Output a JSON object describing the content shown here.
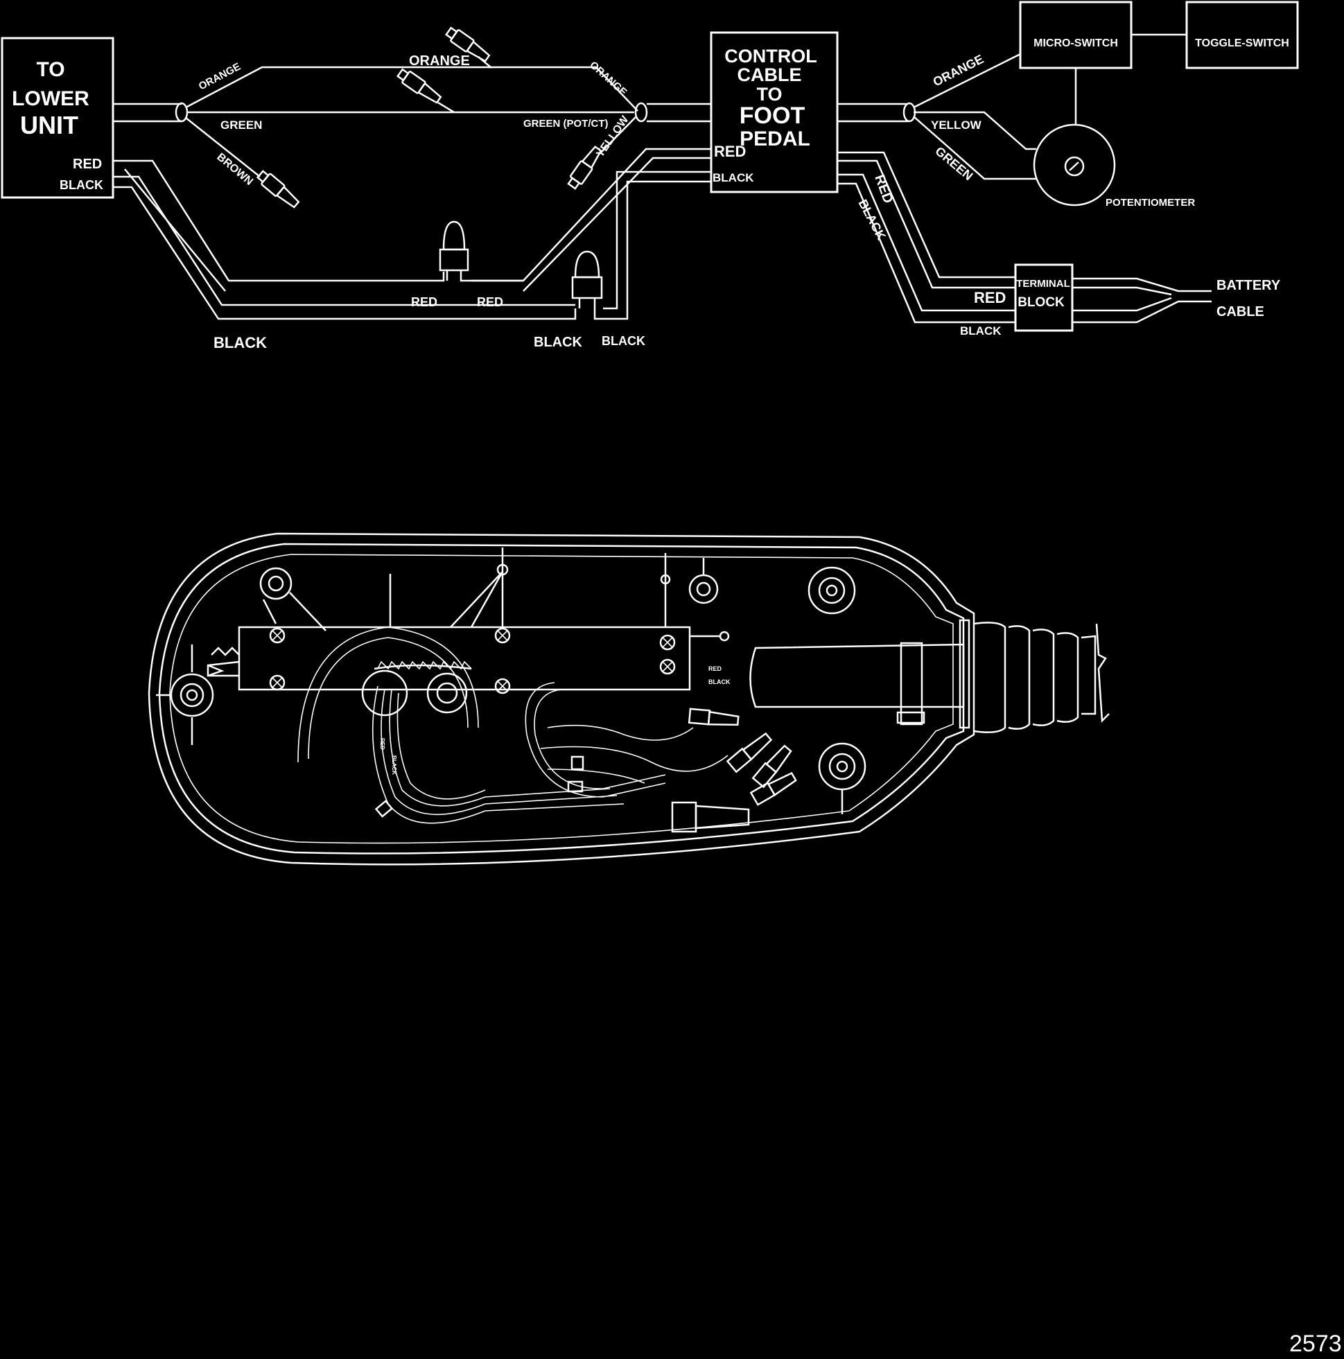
{
  "wiring": {
    "lower_unit_lines": [
      "TO",
      "LOWER",
      "UNIT"
    ],
    "lower_unit_red": "RED",
    "lower_unit_black": "BLACK",
    "orange_left": "ORANGE",
    "orange_mid": "ORANGE",
    "orange_right": "ORANGE",
    "green": "GREEN",
    "green_pot_ct": "GREEN (POT/CT)",
    "brown": "BROWN",
    "yellow_conn": "YELLOW",
    "control_cable_lines": [
      "CONTROL",
      "CABLE",
      "TO",
      "FOOT",
      "PEDAL"
    ],
    "control_red": "RED",
    "control_black": "BLACK",
    "red_conn_left": "RED",
    "red_conn_right": "RED",
    "black_bottom_left": "BLACK",
    "black_conn_left": "BLACK",
    "black_conn_right": "BLACK",
    "micro_switch": "MICRO-SWITCH",
    "toggle_switch": "TOGGLE-SWITCH",
    "orange_switch": "ORANGE",
    "yellow_pot": "YELLOW",
    "green_pot": "GREEN",
    "potentiometer": "POTENTIOMETER",
    "red_down": "RED",
    "black_down": "BLACK",
    "terminal_block_lines": [
      "TERMINAL",
      "BLOCK"
    ],
    "red_terminal": "RED",
    "black_terminal": "BLACK",
    "battery_cable_lines": [
      "BATTERY",
      "CABLE"
    ]
  },
  "housing": {
    "red_label": "RED",
    "black_label": "BLACK",
    "red_vertical": "RED",
    "black_vertical": "BLACK"
  },
  "figure_number": "2573"
}
